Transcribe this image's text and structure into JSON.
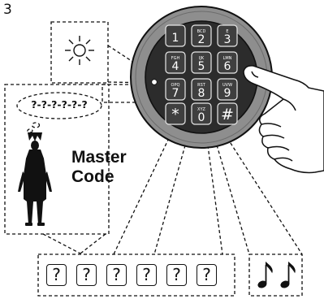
{
  "step_number": "3",
  "thought_bubble": "?-?-?-?-?-?",
  "master_code": {
    "line1": "Master",
    "line2": "Code"
  },
  "keypad": {
    "keys": [
      {
        "main": "1",
        "sub": ""
      },
      {
        "main": "2",
        "sub": "BCD"
      },
      {
        "main": "3",
        "sub": "E"
      },
      {
        "main": "4",
        "sub": "FGH"
      },
      {
        "main": "5",
        "sub": "IJK"
      },
      {
        "main": "6",
        "sub": "LMN"
      },
      {
        "main": "7",
        "sub": "OPQ"
      },
      {
        "main": "8",
        "sub": "RST"
      },
      {
        "main": "9",
        "sub": "UVW"
      },
      {
        "main": "*",
        "sub": ""
      },
      {
        "main": "0",
        "sub": "XYZ"
      },
      {
        "main": "#",
        "sub": ""
      }
    ]
  },
  "code_slots": [
    "?",
    "?",
    "?",
    "?",
    "?",
    "?"
  ],
  "icons": [
    "led-flash-icon",
    "master-person-icon",
    "music-notes-icon",
    "pointing-hand-icon"
  ]
}
